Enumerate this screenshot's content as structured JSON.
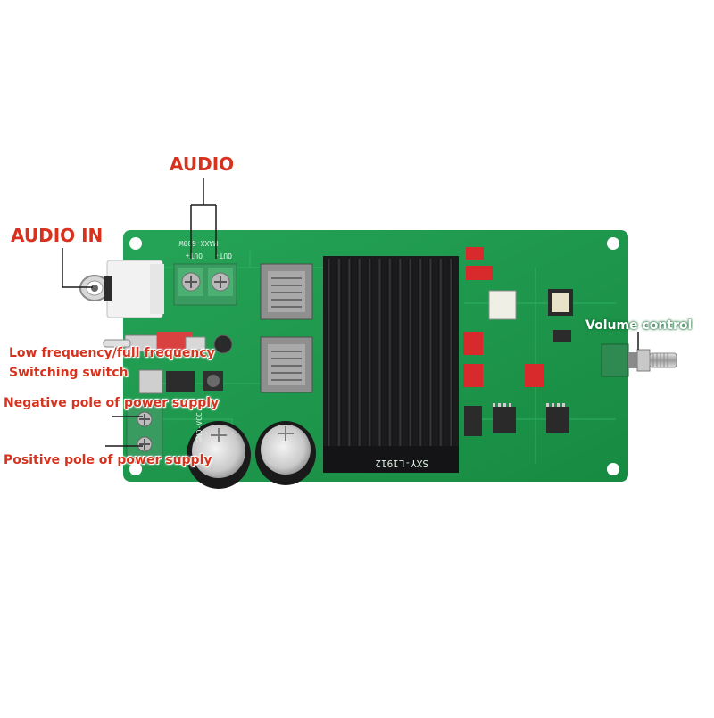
{
  "labels": {
    "audio": "AUDIO",
    "audio_in": "AUDIO IN",
    "switch_line1": "Low frequency/full frequency",
    "switch_line2": "Switching switch",
    "negative_pole": "Negative pole of power supply",
    "positive_pole": "Positive pole of power supply",
    "volume_control": "Volume control"
  },
  "silkscreen": {
    "out_neg": "OUT-",
    "out_pos": "OUT+",
    "max_power": "MAXX-600W",
    "heatsink_code": "SXY-L1912",
    "gnd_vcc": "GND-VCC"
  },
  "colors": {
    "callout_text": "#d7321e",
    "board": "#1f9a4c",
    "heatsink": "#1b1b1d",
    "terminal_green": "#3a9b60",
    "capacitor": "#1a1a1a",
    "film_capacitor": "#d82a2c"
  }
}
